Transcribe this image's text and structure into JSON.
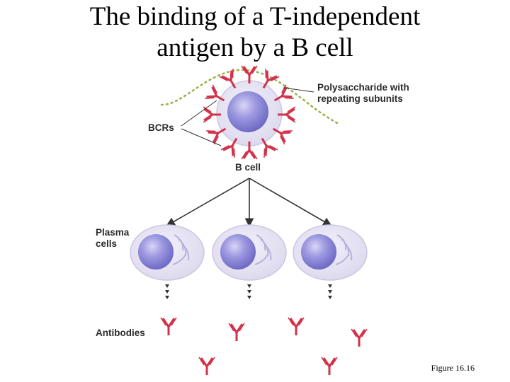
{
  "title": {
    "line1": "The binding of a T-independent",
    "line2": "antigen by a B cell"
  },
  "labels": {
    "polysaccharide": "Polysaccharide with",
    "polysaccharide2": "repeating subunits",
    "bcrs": "BCRs",
    "bcell": "B cell",
    "plasma1": "Plasma",
    "plasma2": "cells",
    "antibodies": "Antibodies"
  },
  "figure_ref": "Figure 16.16",
  "colors": {
    "antibody": "#d2324a",
    "nucleus": "#8a86d6",
    "cell": "#e4e1f2",
    "polysaccharide": "#9ab04a",
    "arrow": "#333333"
  }
}
